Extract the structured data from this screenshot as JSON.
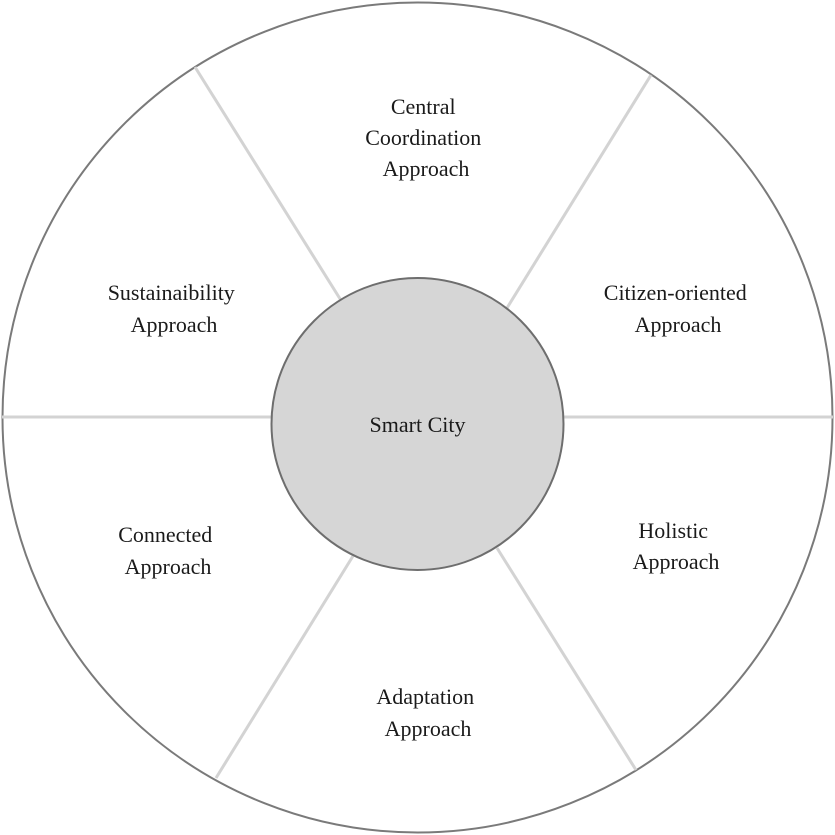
{
  "diagram": {
    "center": {
      "label": "Smart City"
    },
    "segments": [
      {
        "id": "central",
        "lines": [
          "Central",
          "Coordination",
          "Approach"
        ]
      },
      {
        "id": "citizen",
        "lines": [
          "Citizen-oriented",
          "Approach"
        ]
      },
      {
        "id": "holistic",
        "lines": [
          "Holistic",
          "Approach"
        ]
      },
      {
        "id": "adaptation",
        "lines": [
          "Adaptation",
          "Approach"
        ]
      },
      {
        "id": "connected",
        "lines": [
          "Connected",
          "Approach"
        ]
      },
      {
        "id": "sustainability",
        "lines": [
          "Sustainaibility",
          "Approach"
        ]
      }
    ],
    "colors": {
      "outer_ring_stroke": "#7a7a7a",
      "divider_stroke": "#d3d3d3",
      "hub_fill": "#d6d6d6",
      "hub_stroke": "#6e6e6e",
      "text": "#1a1a1a"
    }
  }
}
